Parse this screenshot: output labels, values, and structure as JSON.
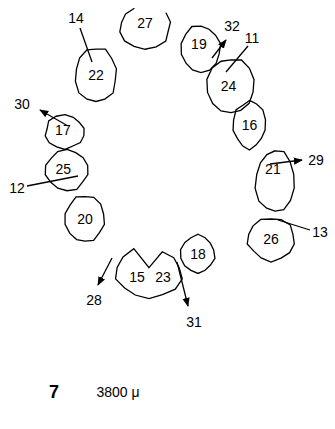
{
  "diagram": {
    "nodes": [
      {
        "text": [
          "27"
        ]
      },
      {
        "text": [
          "19"
        ]
      },
      {
        "text": [
          "22"
        ]
      },
      {
        "text": [
          "24"
        ]
      },
      {
        "text": [
          "16"
        ]
      },
      {
        "text": [
          "17"
        ]
      },
      {
        "text": [
          "25"
        ]
      },
      {
        "text": [
          "21"
        ]
      },
      {
        "text": [
          "20"
        ]
      },
      {
        "text": [
          "26"
        ]
      },
      {
        "text": [
          "18"
        ]
      },
      {
        "text": [
          "15",
          "23"
        ]
      }
    ],
    "labels": [
      "32",
      "11",
      "14",
      "30",
      "29",
      "13",
      "12",
      "28",
      "31",
      "7",
      "3800 μ"
    ]
  }
}
